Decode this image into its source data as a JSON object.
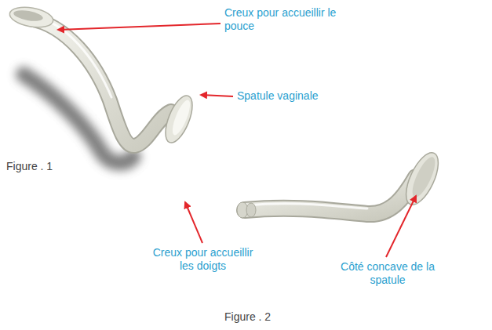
{
  "diagram": {
    "labels": [
      "Creux pour accueillir le pouce",
      "Spatule vaginale",
      "Figure . 1",
      "Creux pour accueillir les doigts",
      "Côté concave de la spatule",
      "Figure . 2"
    ]
  }
}
